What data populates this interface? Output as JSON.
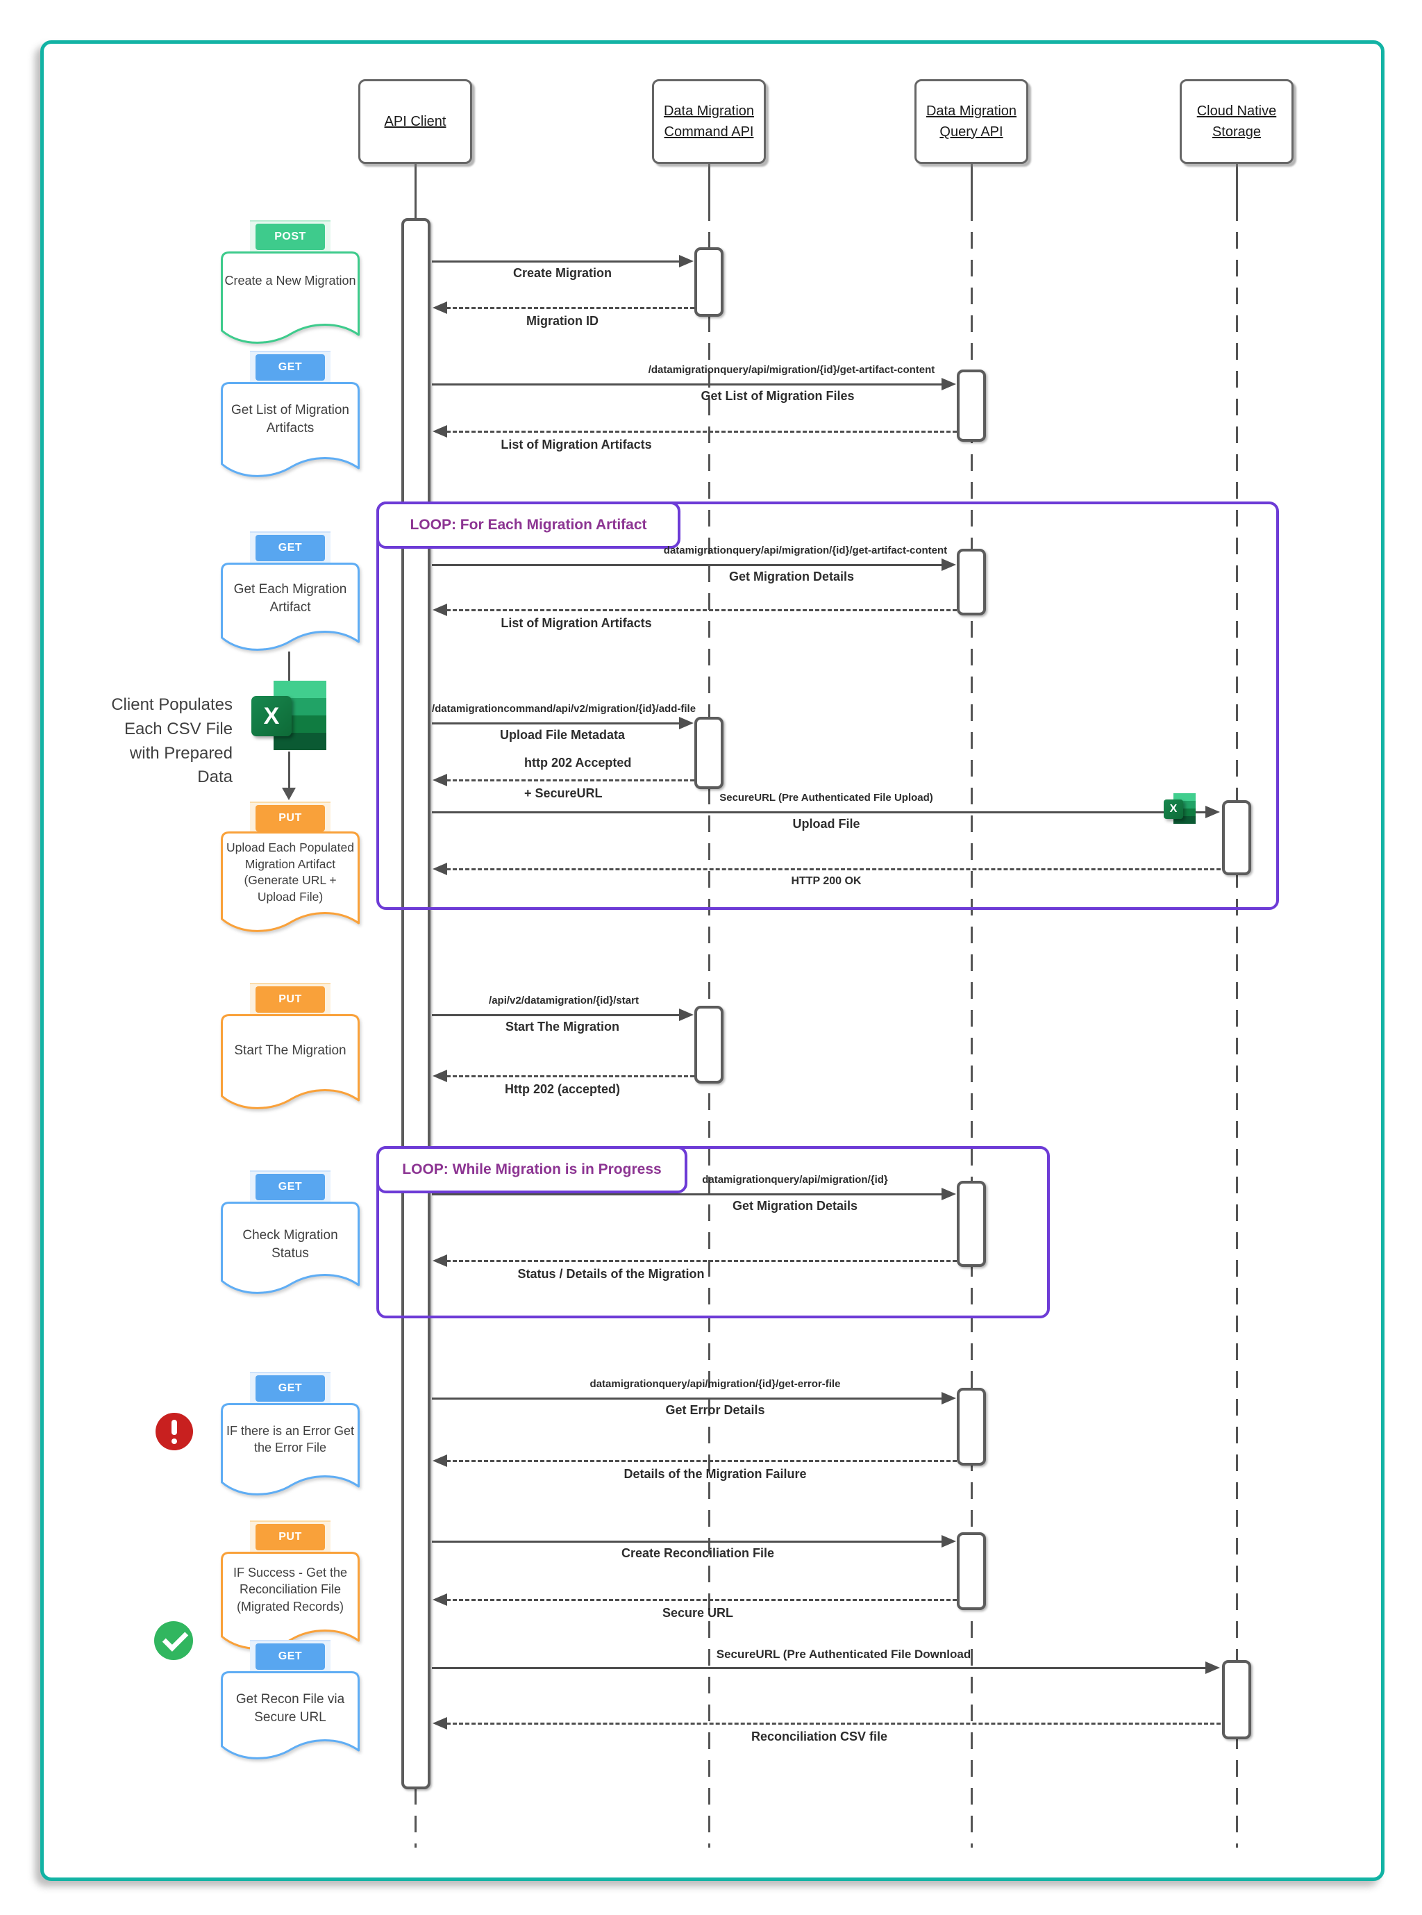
{
  "participants": {
    "client": "API Client",
    "command": "Data Migration Command API",
    "query": "Data Migration Query API",
    "storage": "Cloud Native Storage"
  },
  "loops": {
    "loop1": "LOOP: For Each Migration Artifact",
    "loop2": "LOOP: While Migration is in Progress"
  },
  "sections": {
    "create": {
      "method": "POST",
      "note": "Create a New Migration"
    },
    "list": {
      "method": "GET",
      "note": "Get List  of Migration Artifacts"
    },
    "each": {
      "method": "GET",
      "note": "Get Each Migration Artifact"
    },
    "upload": {
      "method": "PUT",
      "note": "Upload Each Populated Migration Artifact (Generate URL + Upload File)"
    },
    "start": {
      "method": "PUT",
      "note": "Start The Migration"
    },
    "status": {
      "method": "GET",
      "note": "Check Migration Status"
    },
    "error": {
      "method": "GET",
      "note": "IF there is an Error Get the Error File"
    },
    "recon": {
      "method": "PUT",
      "note": "IF Success - Get the Reconciliation File (Migrated Records)"
    },
    "download": {
      "method": "GET",
      "note": "Get Recon File via Secure URL"
    }
  },
  "client_note": {
    "line1": "Client Populates",
    "line2": "Each CSV File",
    "line3": "with Prepared",
    "line4": "Data"
  },
  "icons": {
    "excel_letter": "X",
    "alert": "alert-exclamation",
    "success": "check-mark"
  },
  "messages": {
    "m1": {
      "label": "Create Migration"
    },
    "m1r": {
      "label": "Migration ID"
    },
    "m2": {
      "url": "/datamigrationquery/api/migration/{id}/get-artifact-content",
      "label": "Get List of Migration Files"
    },
    "m2r": {
      "label": "List of Migration Artifacts"
    },
    "m3": {
      "url": "datamigrationquery/api/migration/{id}/get-artifact-content",
      "label": "Get Migration Details"
    },
    "m3r": {
      "label": "List of Migration Artifacts"
    },
    "m4": {
      "url": "/datamigrationcommand/api/v2/migration/{id}/add-file",
      "label": "Upload File Metadata"
    },
    "m4r": {
      "label": "http 202 Accepted",
      "label2": "+ SecureURL"
    },
    "m5": {
      "url": "SecureURL (Pre Authenticated File Upload)",
      "label": "Upload File"
    },
    "m5r": {
      "label": "HTTP 200 OK"
    },
    "m6": {
      "url": "/api/v2/datamigration/{id}/start",
      "label": "Start The Migration"
    },
    "m6r": {
      "label": "Http 202 (accepted)"
    },
    "m7": {
      "url": "datamigrationquery/api/migration/{id}",
      "label": "Get Migration Details"
    },
    "m7r": {
      "label": "Status / Details of the Migration"
    },
    "m8": {
      "url": "datamigrationquery/api/migration/{id}/get-error-file",
      "label": "Get Error Details"
    },
    "m8r": {
      "label": "Details of the Migration Failure"
    },
    "m9": {
      "label": "Create Reconciliation File"
    },
    "m9r": {
      "label": "Secure URL"
    },
    "m10": {
      "label": "SecureURL (Pre Authenticated File Download"
    },
    "m10r": {
      "label": "Reconciliation CSV file"
    }
  },
  "colors": {
    "frame": "#12b3a4",
    "loop_border": "#6d3bd6",
    "loop_text": "#8c3492",
    "post": "#3ecb8c",
    "get": "#58a6f0",
    "put": "#f9a13a",
    "alert_red": "#c8201f",
    "success_green": "#31b65f",
    "arrow": "#4f4f4f"
  }
}
